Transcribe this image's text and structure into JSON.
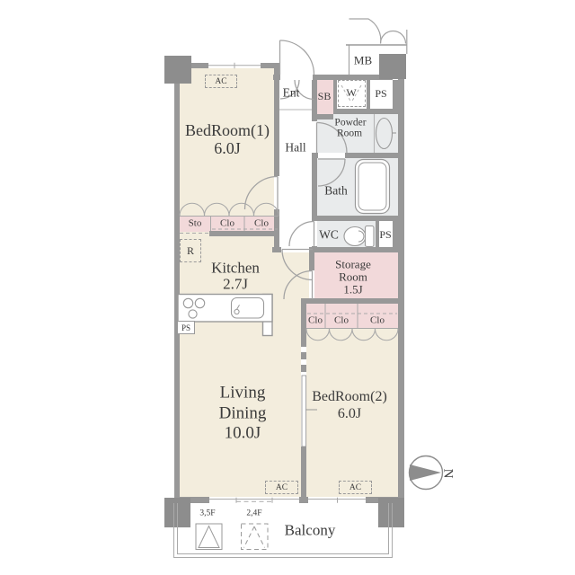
{
  "rooms": {
    "bedroom1": {
      "name": "BedRoom(1)",
      "area": "6.0J"
    },
    "kitchen": {
      "name": "Kitchen",
      "area": "2.7J"
    },
    "living": {
      "name_line1": "Living",
      "name_line2": "Dining",
      "area": "10.0J"
    },
    "bedroom2": {
      "name": "BedRoom(2)",
      "area": "6.0J"
    },
    "storage_room": {
      "name_line1": "Storage",
      "name_line2": "Room",
      "area": "1.5J"
    },
    "powder_room": {
      "name_line1": "Powder",
      "name_line2": "Room"
    },
    "bath": {
      "name": "Bath"
    },
    "wc": {
      "name": "WC"
    },
    "hall": {
      "name": "Hall"
    },
    "entrance": {
      "name": "Ent"
    },
    "balcony": {
      "name": "Balcony"
    }
  },
  "fixtures": {
    "shoe_box": "SB",
    "meter_box": "MB",
    "washer": "W",
    "pipe_space": "PS",
    "refrigerator": "R",
    "air_conditioner": "AC",
    "storage_cell": "Sto",
    "closet_cell": "Clo"
  },
  "annotations": {
    "balcony_height_1": "3,5F",
    "balcony_height_2": "2,4F",
    "north": "N"
  },
  "colors": {
    "wall": "#989898",
    "pillar": "#8d8d8d",
    "room_beige": "#f3eddd",
    "closet_pink": "#f2d9da",
    "wet_gray": "#e9ebec",
    "line": "#a9a9a9",
    "text": "#3b3b3b"
  }
}
